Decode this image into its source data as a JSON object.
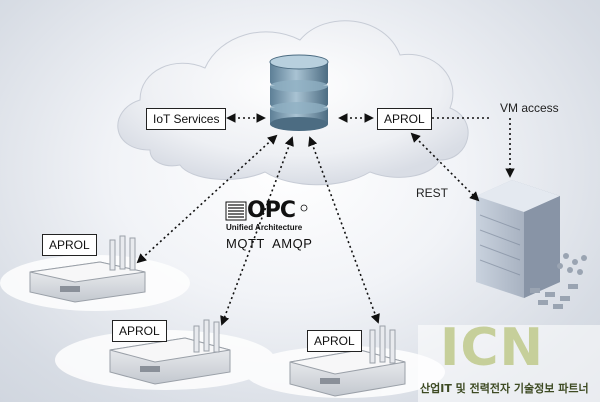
{
  "nodes": {
    "iot_services": "IoT Services",
    "aprol_cloud": "APROL",
    "aprol_left_top": "APROL",
    "aprol_left_bottom": "APROL",
    "aprol_right_bottom": "APROL"
  },
  "labels": {
    "vm_access": "VM access",
    "rest": "REST"
  },
  "protocols": {
    "opc_logo": "OPC",
    "opc_subtitle": "Unified Architecture",
    "messaging": "MQTT  AMQP"
  },
  "watermark": {
    "brand": "ICN",
    "tagline": "산업IT 및 전력전자 기술정보 파트너"
  },
  "colors": {
    "cloud": "#e6e9ef",
    "icn_green": "#c6cf9a"
  }
}
